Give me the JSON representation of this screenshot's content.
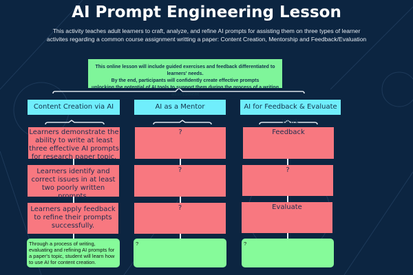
{
  "title": "AI Prompt Engineering Lesson",
  "subtitle": [
    "This activity teaches adult learners to craft, analyze, and refine AI prompts for assisting them on three types of learner",
    "activites regarding a common course assignment writting a paper: Content Creation, Mentorship and Feedback/Evaluation"
  ],
  "intro": [
    "This online lesson will include guided exercises and feedback differentiated to learners' needs.",
    "By the end, participants will confidently create effective prompts",
    "unlocking the potential of AI tools to support them during the process of a writing assessment"
  ],
  "columns": [
    {
      "header": "Content Creation via AI",
      "objectives": [
        "Learners demonstrate the ability to write at least three effective AI prompts for research paper topic.",
        "Learners identify and correct issues in at least two poorly written prompts.",
        "Learners apply feedback to refine their prompts successfully."
      ],
      "outcome": "Through a process of writing, evaluating and refining AI prompts for a paper's topic, student will learn how to use AI for content creation."
    },
    {
      "header": "AI as a Mentor",
      "objectives": [
        "?",
        "?",
        "?"
      ],
      "outcome": "?"
    },
    {
      "header": "AI for Feedback & Evaluate Work",
      "objectives": [
        "Feedback",
        "?",
        "Evaluate"
      ],
      "outcome": "?"
    }
  ],
  "colors": {
    "background": "#0c2541",
    "header": "#70eefc",
    "objective": "#f87880",
    "outcome": "#86fb9a",
    "intro": "#7ff59a"
  }
}
